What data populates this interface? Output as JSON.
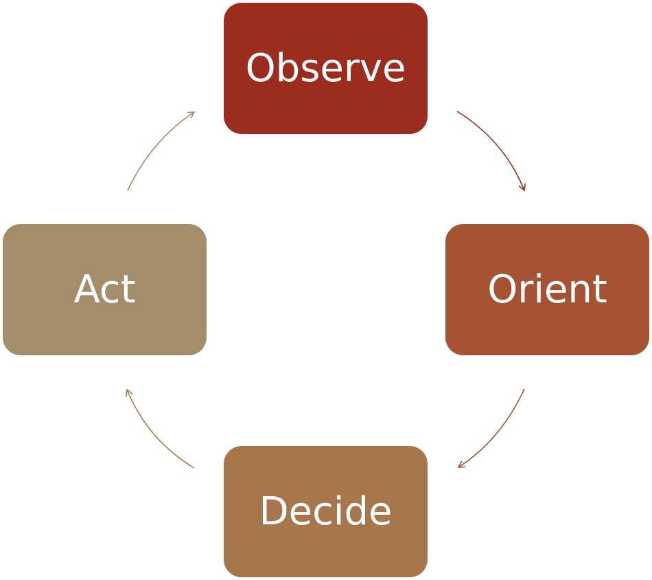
{
  "diagram": {
    "steps": [
      {
        "id": "observe",
        "label": "Observe",
        "color": "#9A2D20"
      },
      {
        "id": "orient",
        "label": "Orient",
        "color": "#A45334"
      },
      {
        "id": "decide",
        "label": "Decide",
        "color": "#A6774D"
      },
      {
        "id": "act",
        "label": "Act",
        "color": "#A38D6B"
      }
    ],
    "arrows": [
      {
        "from": "observe",
        "to": "orient",
        "color": "#9A2D20"
      },
      {
        "from": "orient",
        "to": "decide",
        "color": "#A45334"
      },
      {
        "from": "decide",
        "to": "act",
        "color": "#A6774D"
      },
      {
        "from": "act",
        "to": "observe",
        "color": "#A38D6B"
      }
    ]
  }
}
